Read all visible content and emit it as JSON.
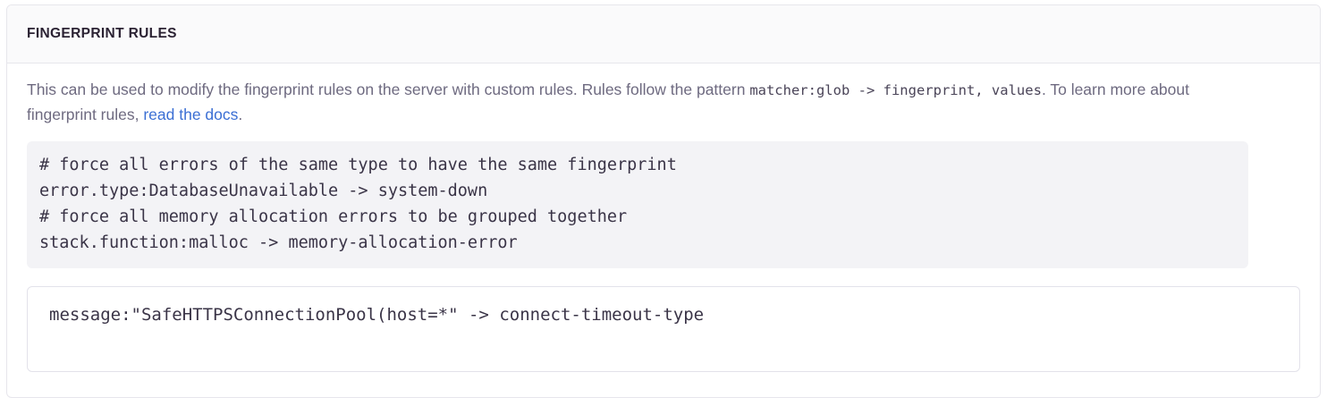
{
  "panel": {
    "title": "FINGERPRINT RULES"
  },
  "description": {
    "text_before_code": "This can be used to modify the fingerprint rules on the server with custom rules. Rules follow the pattern ",
    "inline_code": "matcher:glob -> fingerprint, values",
    "text_after_code": ". To learn more about fingerprint rules, ",
    "link_label": "read the docs",
    "text_end": "."
  },
  "example_code": {
    "lines": [
      "# force all errors of the same type to have the same fingerprint",
      "error.type:DatabaseUnavailable -> system-down",
      "# force all memory allocation errors to be grouped together",
      "stack.function:malloc -> memory-allocation-error"
    ],
    "full_text": "# force all errors of the same type to have the same fingerprint\nerror.type:DatabaseUnavailable -> system-down\n# force all memory allocation errors to be grouped together\nstack.function:malloc -> memory-allocation-error"
  },
  "rules_input": {
    "value": "message:\"SafeHTTPSConnectionPool(host=*\" -> connect-timeout-type",
    "placeholder": ""
  },
  "colors": {
    "panel_border": "#e7e6ec",
    "header_background": "#fafafb",
    "title_text": "#2b2233",
    "description_text": "#6e6a80",
    "link": "#3b6fd4",
    "code_background": "#f3f3f6",
    "code_text": "#3a3447",
    "input_border": "#e3e2ea"
  }
}
